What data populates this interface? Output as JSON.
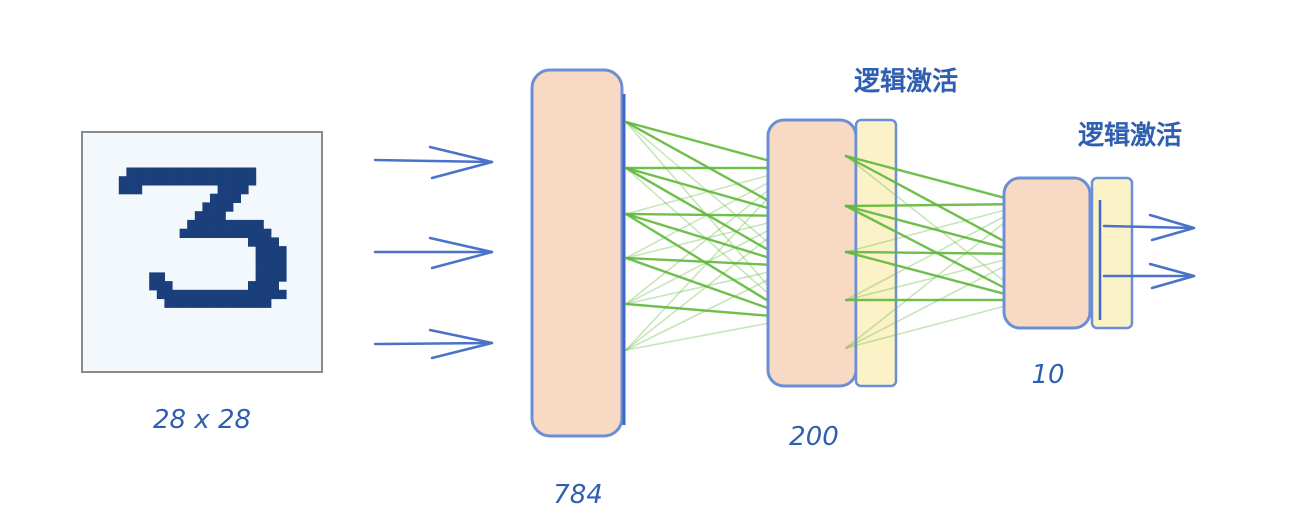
{
  "input": {
    "label": "28 x 28",
    "digit": "3"
  },
  "layers": [
    {
      "size_label": "784"
    },
    {
      "size_label": "200",
      "activation_label": "逻辑激活"
    },
    {
      "size_label": "10",
      "activation_label": "逻辑激活"
    }
  ],
  "colors": {
    "layer_fill": "#f7d9c4",
    "activation_fill": "#fbf2c8",
    "outline": "#6b8fd6",
    "connection": "#5fb83a",
    "label_text": "#2f5fb0",
    "digit_ink": "#1a3f7a",
    "input_background": "#f3f8fc"
  }
}
